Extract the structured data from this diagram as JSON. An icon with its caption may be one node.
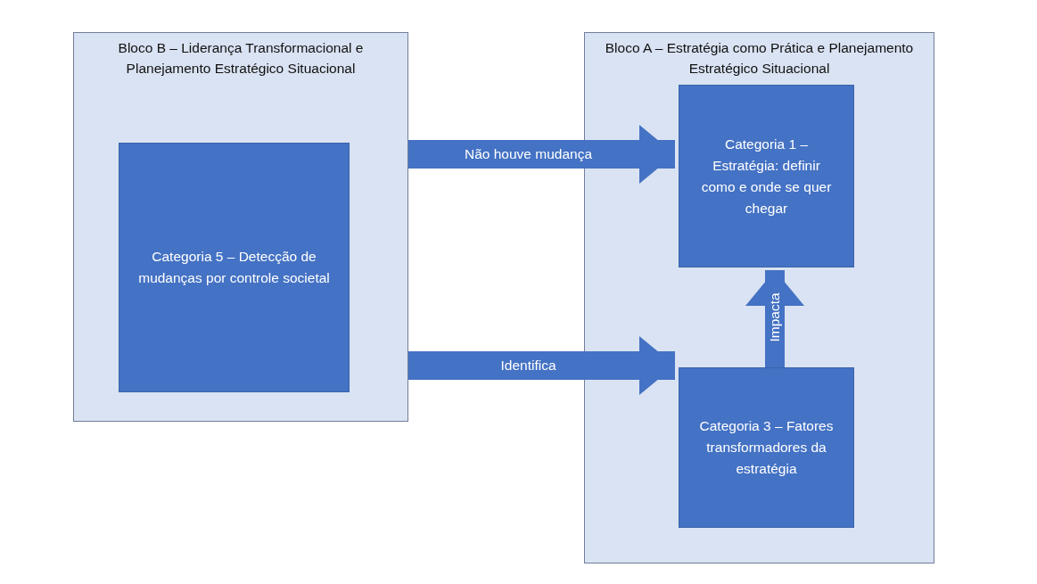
{
  "diagram": {
    "nodes": [
      {
        "text": [
          "Bloco B – Liderança Transformacional e Planejamento Estratégico Situacional"
        ]
      },
      {
        "text": [
          "Categoria 5 – Detecção de mudanças por controle societal"
        ],
        "in": 0
      },
      {
        "text": [
          "Bloco A – Estratégia como Prática e Planejamento Estratégico Situacional"
        ]
      },
      {
        "text": [
          "Categoria 1 – Estratégia: definir como e onde se quer chegar"
        ],
        "in": 2
      },
      {
        "text": [
          "Categoria 3 – Fatores transformadores da estratégia"
        ],
        "in": 2
      }
    ],
    "edges": [
      {
        "from": 0,
        "to": 3,
        "arrow": "to",
        "label": "Não houve mudança"
      },
      {
        "from": 0,
        "to": 4,
        "arrow": "to",
        "label": "Identifica"
      },
      {
        "from": 4,
        "to": 3,
        "arrow": "to",
        "label": "Impacta"
      }
    ]
  }
}
